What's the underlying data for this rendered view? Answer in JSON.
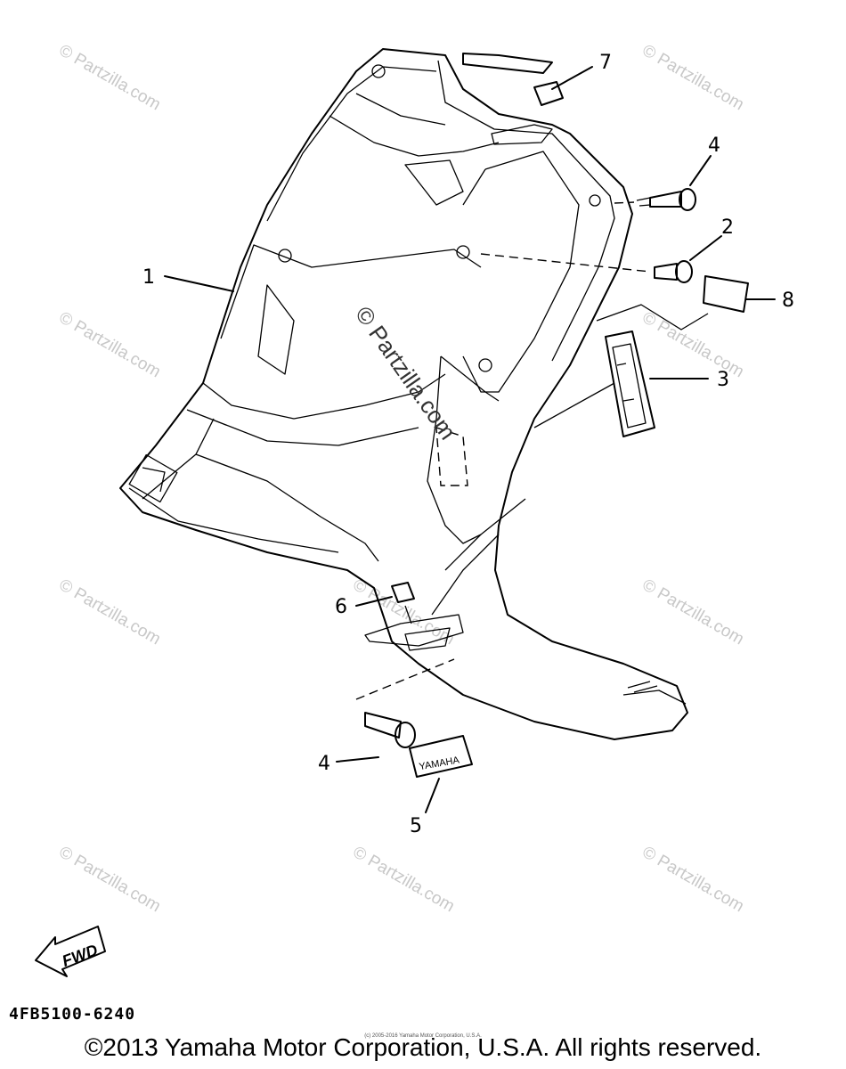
{
  "diagram": {
    "center_watermark": "© Partzilla.com",
    "watermark": "© Partzilla.com",
    "fwd_label": "FWD",
    "badge_text": "YAMAHA",
    "part_code": "4FB5100-6240",
    "tiny_note": "(c) 2005-2016 Yamaha Motor Corporation, U.S.A.",
    "copyright": "©2013 Yamaha Motor Corporation, U.S.A. All rights reserved.",
    "callouts": [
      {
        "id": "1",
        "label": "1"
      },
      {
        "id": "2",
        "label": "2"
      },
      {
        "id": "3",
        "label": "3"
      },
      {
        "id": "4a",
        "label": "4"
      },
      {
        "id": "4b",
        "label": "4"
      },
      {
        "id": "5",
        "label": "5"
      },
      {
        "id": "6",
        "label": "6"
      },
      {
        "id": "7",
        "label": "7"
      },
      {
        "id": "8",
        "label": "8"
      }
    ]
  }
}
